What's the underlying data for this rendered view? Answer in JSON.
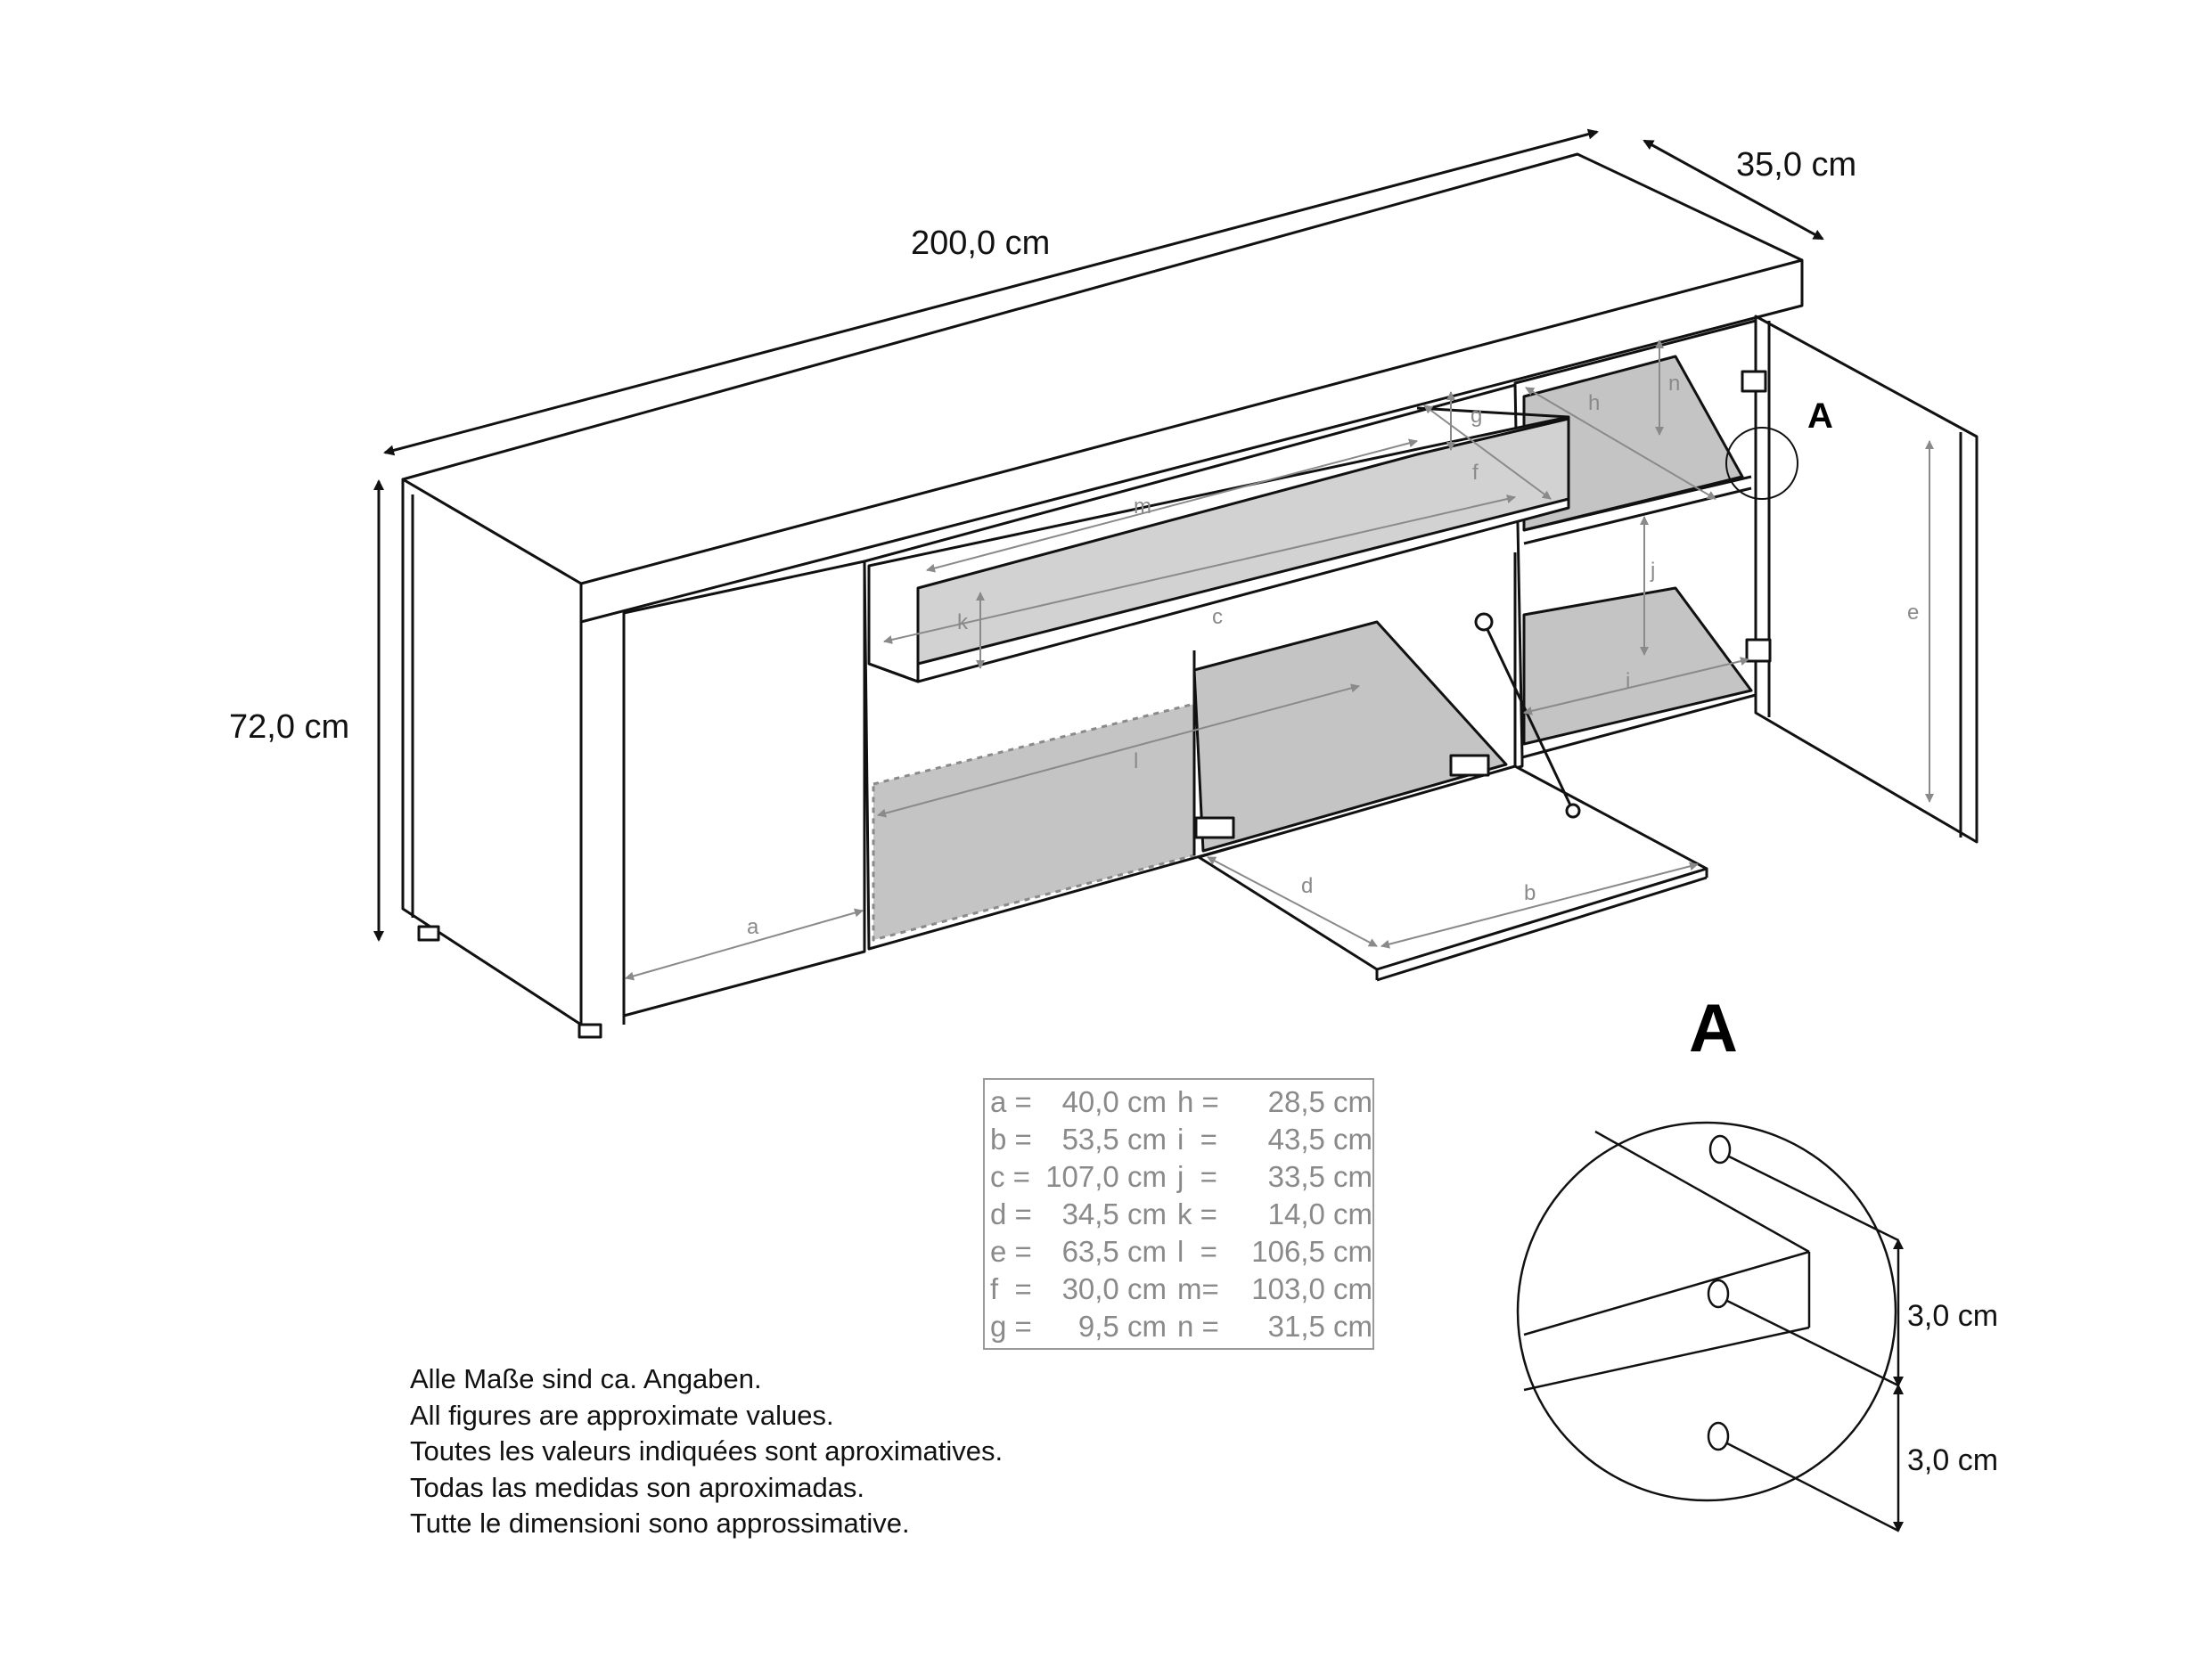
{
  "dimensions": {
    "width": "200,0 cm",
    "depth": "35,0 cm",
    "height": "72,0 cm"
  },
  "part_labels": {
    "a": "a",
    "b": "b",
    "c": "c",
    "d": "d",
    "e": "e",
    "f": "f",
    "g": "g",
    "h": "h",
    "i": "i",
    "j": "j",
    "k": "k",
    "l": "l",
    "m": "m",
    "n": "n"
  },
  "detail": {
    "callout": "A",
    "title": "A",
    "spacing_top": "3,0 cm",
    "spacing_bottom": "3,0 cm"
  },
  "legend": [
    {
      "k1": "a =",
      "v1": "40,0 cm",
      "k2": "h =",
      "v2": "28,5 cm"
    },
    {
      "k1": "b =",
      "v1": "53,5 cm",
      "k2": "i  =",
      "v2": "43,5 cm"
    },
    {
      "k1": "c =",
      "v1": "107,0 cm",
      "k2": "j  =",
      "v2": "33,5 cm"
    },
    {
      "k1": "d =",
      "v1": "34,5 cm",
      "k2": "k =",
      "v2": "14,0 cm"
    },
    {
      "k1": "e =",
      "v1": "63,5 cm",
      "k2": "l  =",
      "v2": "106,5 cm"
    },
    {
      "k1": "f  =",
      "v1": "30,0 cm",
      "k2": "m=",
      "v2": "103,0 cm"
    },
    {
      "k1": "g =",
      "v1": "9,5 cm",
      "k2": "n =",
      "v2": "31,5 cm"
    }
  ],
  "notes": [
    "Alle Maße sind ca. Angaben.",
    "All figures are approximate values.",
    "Toutes les valeurs indiquées sont aproximatives.",
    "Todas las medidas son aproximadas.",
    "Tutte le dimensioni sono approssimative."
  ]
}
